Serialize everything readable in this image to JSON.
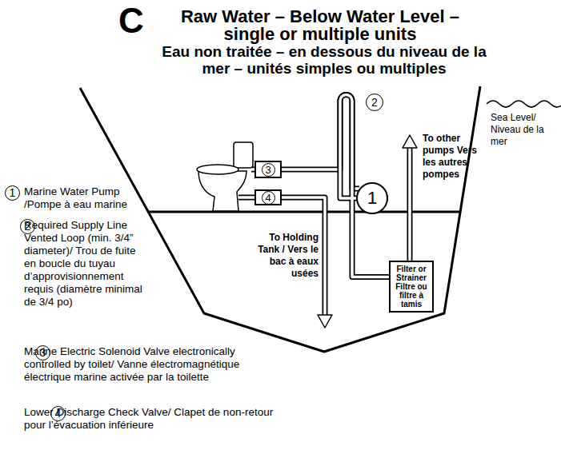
{
  "diagram": {
    "title": "Raw Water – Below Water Level – single or multiple units",
    "nodes": [
      {
        "text": [
          "2"
        ]
      },
      {
        "text": [
          "3"
        ]
      },
      {
        "text": [
          "1"
        ]
      },
      {
        "text": [
          "4"
        ]
      },
      {
        "text": [
          "Filter or Strainer Filtre ou filtre à tamis"
        ]
      }
    ],
    "edges": [
      {
        "from": 2,
        "to": 1,
        "arrow": "none"
      },
      {
        "from": 4,
        "to": 2,
        "arrow": "none"
      }
    ],
    "labels": [
      "C",
      "Eau non traitée – en dessous du niveau de la mer – unités simples ou multiples",
      "1",
      "Marine Water Pump /Pompe à eau marine",
      "2",
      "Required Supply Line Vented Loop (min. 3/4” diameter)/ Trou de fuite en boucle du tuyau d’approvisionnement requis (diamètre minimal de 3/4 po)",
      "3",
      "Marine Electric Solenoid Valve electronically controlled by toilet/ Vanne électromagnétique électrique marine activée par la toilette",
      "4",
      "Lower Discharge Check Valve/ Clapet de non-retour pour l’évacuation inférieure",
      "To Holding Tank / Vers le bac à eaux usées",
      "To other pumps Vers les autres pompes",
      "Sea Level/ Niveau de la mer"
    ]
  }
}
